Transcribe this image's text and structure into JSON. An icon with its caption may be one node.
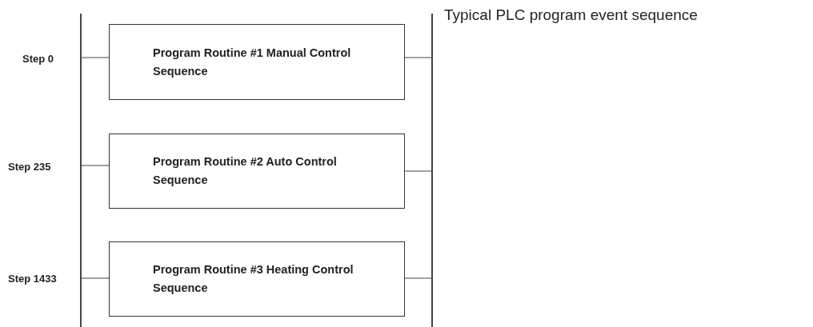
{
  "diagram": {
    "title": "Typical PLC program event sequence",
    "nodes": [
      {
        "text": [],
        "shape": "bar"
      },
      {
        "text": [
          "Program Routine #1 Manual Control Sequence"
        ]
      },
      {
        "text": [
          "Program Routine #2 Auto Control Sequence"
        ]
      },
      {
        "text": [
          "Program Routine #3 Heating Control Sequence"
        ]
      },
      {
        "text": [],
        "shape": "bar"
      }
    ],
    "edges": [
      {
        "from": 0,
        "to": 1,
        "arrow": "none"
      },
      {
        "from": 1,
        "to": 4,
        "arrow": "none"
      },
      {
        "from": 0,
        "to": 2,
        "arrow": "none"
      },
      {
        "from": 2,
        "to": 4,
        "arrow": "none"
      },
      {
        "from": 0,
        "to": 3,
        "arrow": "none"
      },
      {
        "from": 3,
        "to": 4,
        "arrow": "none"
      }
    ],
    "labels": [
      "Step 0",
      "Step 235",
      "Step 1433"
    ]
  }
}
